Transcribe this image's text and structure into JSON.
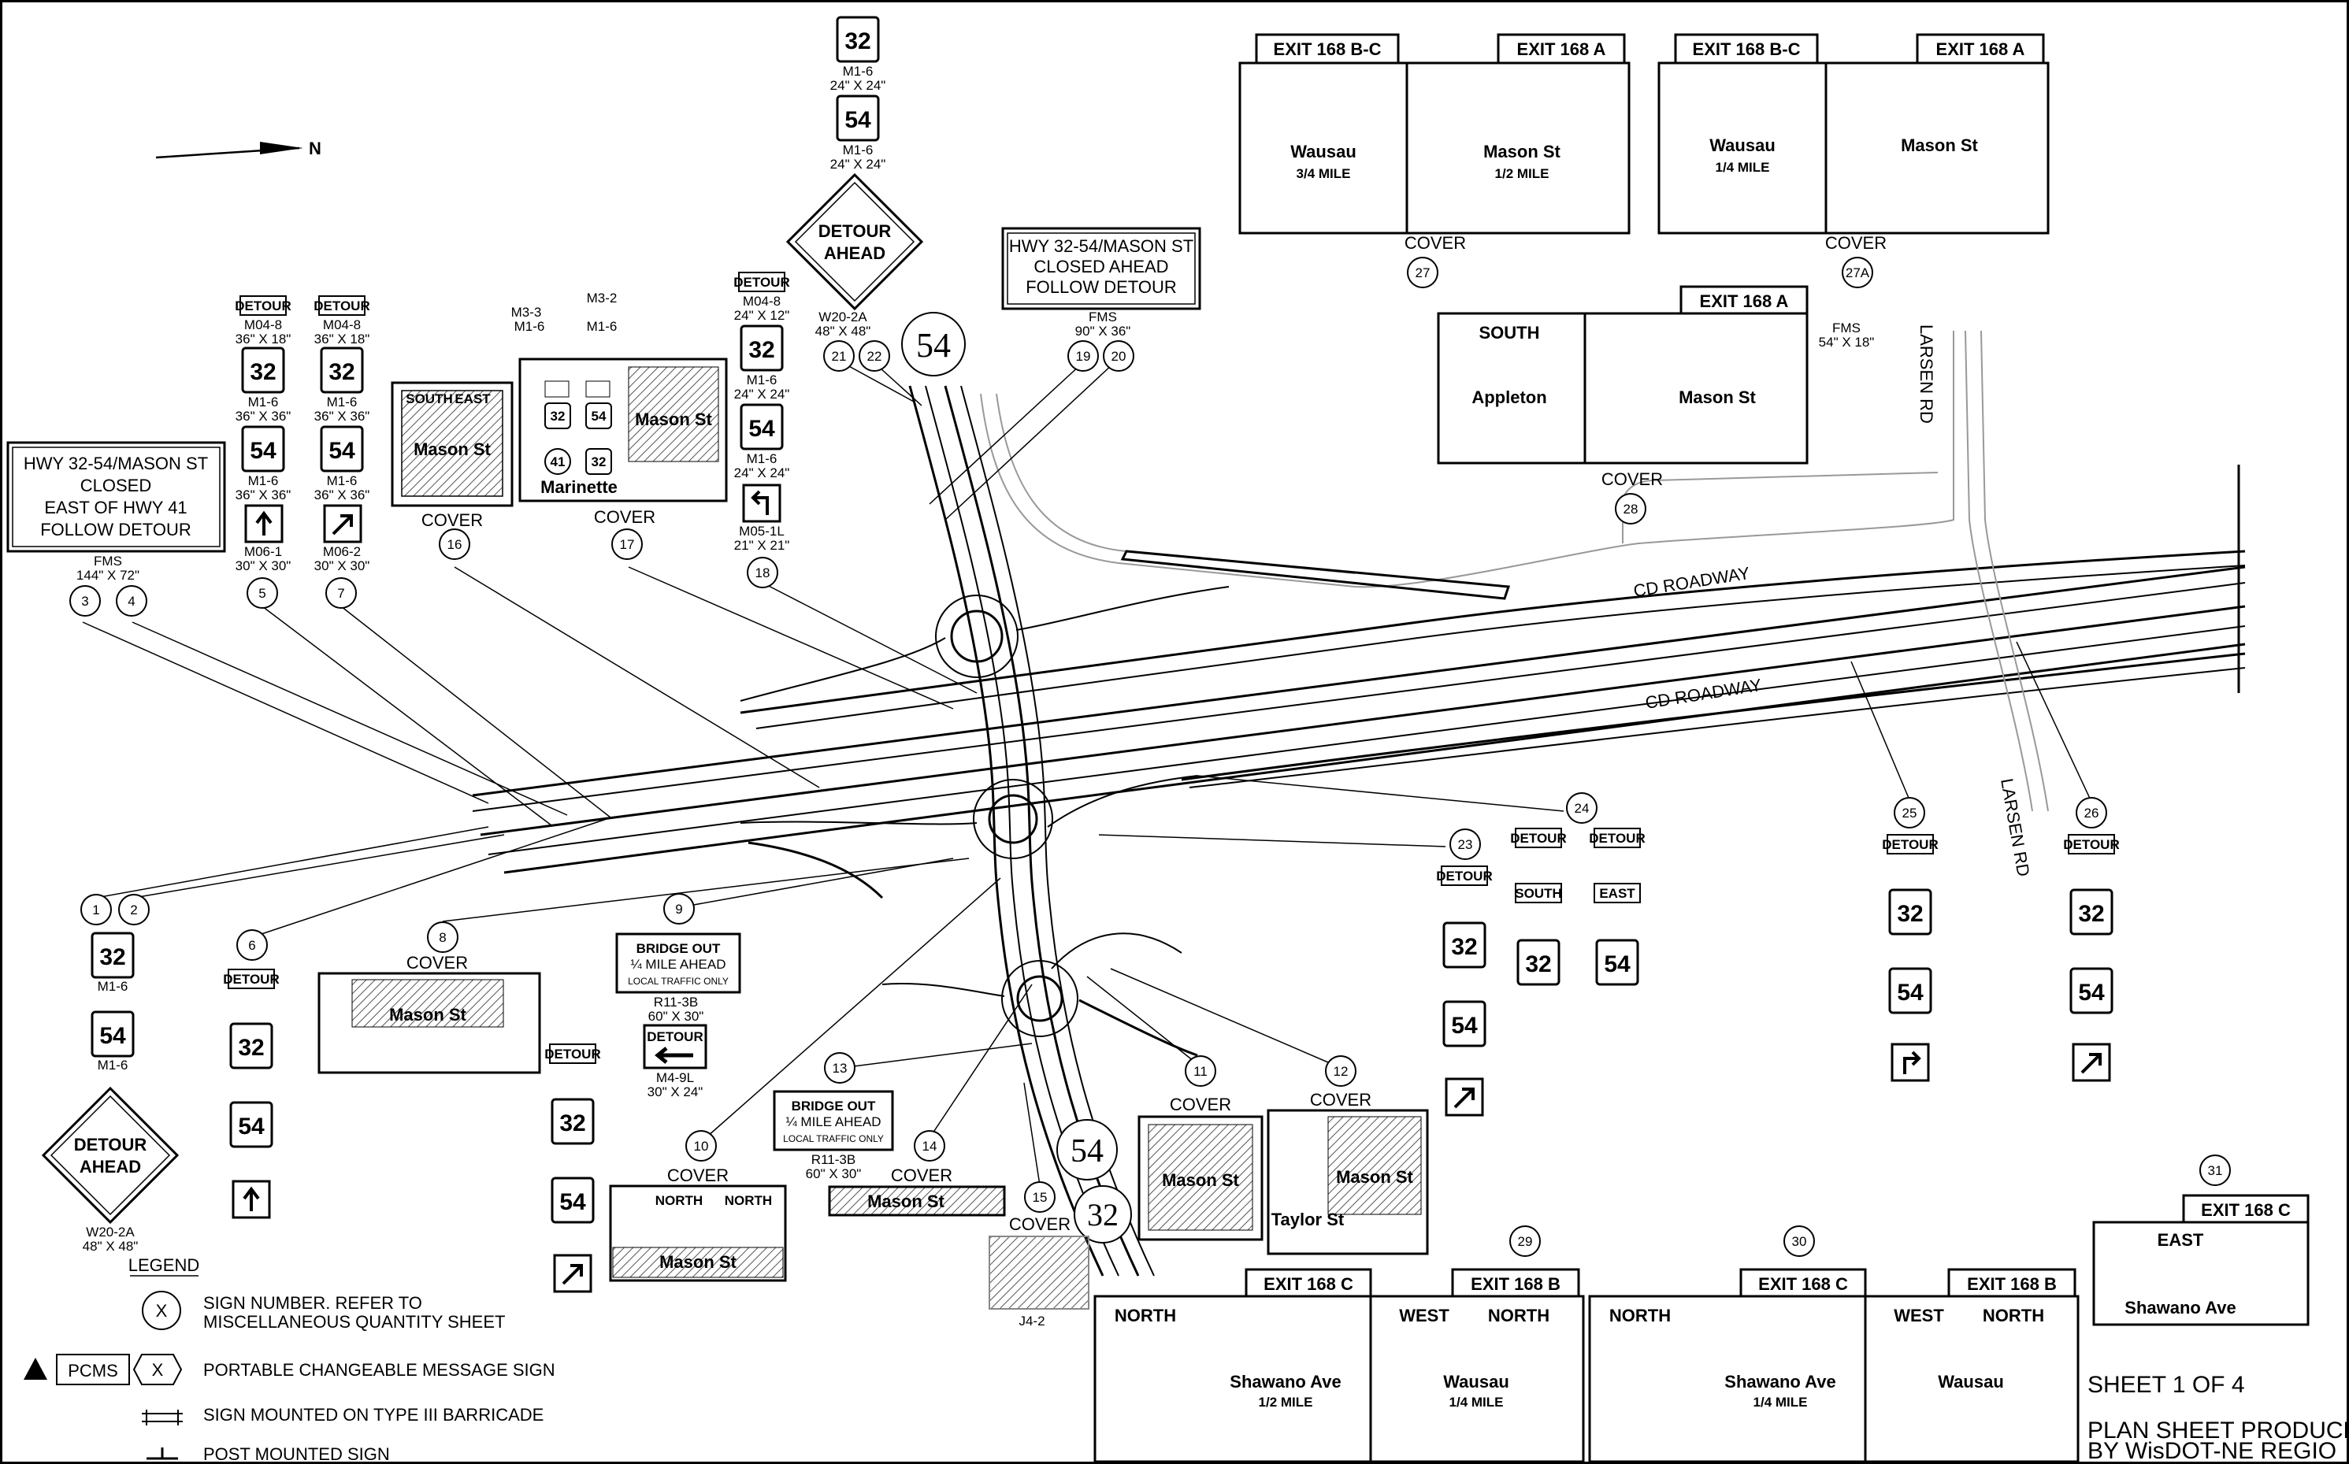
{
  "north_arrow": {
    "label": "N"
  },
  "roads": {
    "cd_roadway_1": "CD ROADWAY",
    "cd_roadway_2": "CD ROADWAY",
    "larsen_1": "LARSEN RD",
    "larsen_2": "LARSEN RD"
  },
  "hwy_markers": {
    "h54_top": "54",
    "h54_bottom": "54",
    "h32_bottom": "32"
  },
  "message_signs": {
    "fms_3_4": {
      "lines": [
        "HWY 32-54/MASON ST",
        "CLOSED",
        "EAST OF HWY 41",
        "FOLLOW DETOUR"
      ],
      "type": "FMS",
      "size": "144\" X 72\""
    },
    "fms_19_20": {
      "lines": [
        "HWY 32-54/MASON ST",
        "CLOSED AHEAD",
        "FOLLOW DETOUR"
      ],
      "type": "FMS",
      "size": "90\" X 36\""
    }
  },
  "detour_ahead": {
    "text1": "DETOUR",
    "text2": "AHEAD"
  },
  "sign_columns": [
    {
      "id": "top",
      "shields": [
        "32",
        "54"
      ],
      "codes": [
        "M1-6",
        "M1-6"
      ],
      "sizes": [
        "24\" X 24\"",
        "24\" X 24\""
      ],
      "bottom_code": "W20-2A",
      "bottom_size": "48\" X 48\""
    },
    {
      "id": "c5",
      "detour_code": "M04-8",
      "detour_size": "36\" X 18\"",
      "shields": [
        "32",
        "54"
      ],
      "codes": [
        "M1-6",
        "M1-6"
      ],
      "sizes": [
        "36\" X 36\"",
        "36\" X 36\""
      ],
      "arrow_code": "M06-1",
      "arrow_size": "30\" X 30\""
    },
    {
      "id": "c7",
      "detour_code": "M04-8",
      "detour_size": "36\" X 18\"",
      "shields": [
        "32",
        "54"
      ],
      "codes": [
        "M1-6",
        "M1-6"
      ],
      "sizes": [
        "36\" X 36\"",
        "36\" X 36\""
      ],
      "arrow_code": "M06-2",
      "arrow_size": "30\" X 30\""
    },
    {
      "id": "c18",
      "detour_code": "M04-8",
      "detour_size": "24\" X 12\"",
      "shields": [
        "32",
        "54"
      ],
      "codes": [
        "M1-6",
        "M1-6"
      ],
      "sizes": [
        "24\" X 24\"",
        "24\" X 24\""
      ],
      "arrow_code": "M05-1L",
      "arrow_size": "21\" X 21\""
    }
  ],
  "callouts": [
    "1",
    "2",
    "3",
    "4",
    "5",
    "6",
    "7",
    "8",
    "9",
    "10",
    "11",
    "12",
    "13",
    "14",
    "15",
    "16",
    "17",
    "18",
    "19",
    "20",
    "21",
    "22",
    "23",
    "24",
    "25",
    "26",
    "27",
    "27A",
    "28",
    "29",
    "30",
    "31"
  ],
  "cover": "COVER",
  "common": {
    "detour": "DETOUR",
    "m1_6": "M1-6",
    "fms": "FMS",
    "mason_st": "Mason St",
    "marinette": "Marinette",
    "j4_2": "J4-2",
    "m3_3": "M3-3",
    "m3_2": "M3-2",
    "south": "SOUTH",
    "east": "EAST",
    "north": "NORTH",
    "west": "WEST"
  },
  "bridge_out": {
    "line1": "BRIDGE OUT",
    "line2": "¼ MILE AHEAD",
    "line3": "LOCAL TRAFFIC ONLY",
    "code": "R11-3B",
    "size": "60\" X 30\"",
    "m4_code": "M4-9L",
    "m4_size": "30\" X 24\""
  },
  "guide_signs": {
    "exit_bc": "EXIT 168 B-C",
    "exit_a": "EXIT 168 A",
    "exit_c": "EXIT 168 C",
    "exit_b": "EXIT 168 B",
    "wausau": "Wausau",
    "appleton": "Appleton",
    "shawano": "Shawano Ave",
    "taylor": "Taylor St",
    "exit": "EXIT",
    "only": "ONLY",
    "half_mile": "1/2 MILE",
    "three_quarter_mile": "3/4 MILE",
    "quarter_mile": "1/4 MILE",
    "fms_54x18": "54\" X 18\""
  },
  "legend": {
    "title": "LEGEND",
    "items": [
      "SIGN NUMBER. REFER TO",
      "MISCELLANEOUS QUANTITY SHEET",
      "PORTABLE CHANGEABLE MESSAGE SIGN",
      "SIGN MOUNTED ON TYPE III BARRICADE",
      "POST MOUNTED SIGN"
    ],
    "x_symbol": "X",
    "pcms": "PCMS"
  },
  "sheet": {
    "label": "SHEET 1 OF 4",
    "produced1": "PLAN SHEET PRODUCE",
    "produced2": "BY WisDOT-NE REGIO"
  }
}
